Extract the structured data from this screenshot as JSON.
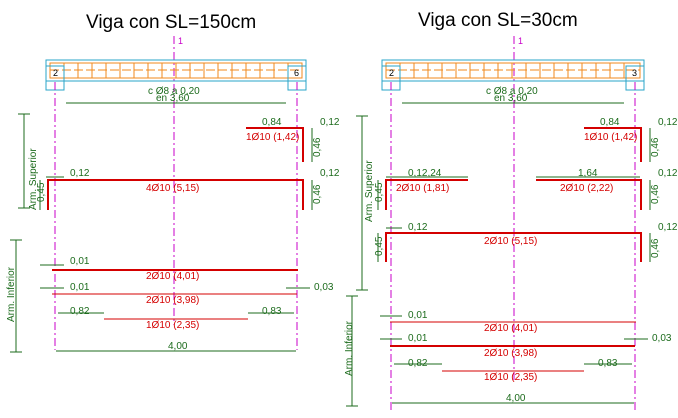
{
  "left": {
    "title": "Viga con SL=150cm",
    "axis_label": "1",
    "col_left": "2",
    "col_right": "6",
    "stirrups_label": "c Ø8 a 0,20",
    "stirrups_length": "en 3,60",
    "sup_label": "Arm. Superior",
    "inf_label": "Arm. Inferior",
    "top_offset": "0,84",
    "top_v": "0,12",
    "top_hook": "0,46",
    "top_bar": "1Ø10 (1,42)",
    "cont_left_v": "0,45",
    "cont_left_h": "0,12",
    "cont_right_v": "0,12",
    "cont_right_hook": "0,46",
    "cont_bar": "4Ø10 (5,15)",
    "inf1_dim": "0,01",
    "inf1_bar": "2Ø10 (4,01)",
    "inf2_dim_left": "0,01",
    "inf2_dim_right": "0,03",
    "inf2_bar": "2Ø10 (3,98)",
    "inf3_left": "0,82",
    "inf3_right": "0,83",
    "inf3_bar": "1Ø10 (2,35)",
    "span": "4,00"
  },
  "right": {
    "title": "Viga con SL=30cm",
    "axis_label": "1",
    "col_left": "2",
    "col_right": "3",
    "stirrups_label": "c Ø8 a 0,20",
    "stirrups_length": "en 3,60",
    "sup_label": "Arm. Superior",
    "inf_label": "Arm. Inferior",
    "top_offset": "0,84",
    "top_v": "0,12",
    "top_hook": "0,46",
    "top_bar": "1Ø10 (1,42)",
    "mid_left_dim": "0,12,24",
    "mid_left_v": "0,45",
    "mid_left_bar": "2Ø10 (1,81)",
    "mid_right_dim": "1,64",
    "mid_right_v": "0,12",
    "mid_right_hook": "0,46",
    "mid_right_bar": "2Ø10 (2,22)",
    "cont_left_v": "0,45",
    "cont_left_h": "0,12",
    "cont_right_v": "0,12",
    "cont_right_hook": "0,46",
    "cont_bar": "2Ø10 (5,15)",
    "inf1_dim": "0,01",
    "inf1_bar": "2Ø10 (4,01)",
    "inf2_dim_left": "0,01",
    "inf2_dim_right": "0,03",
    "inf2_bar": "2Ø10 (3,98)",
    "inf3_left": "0,82",
    "inf3_right": "0,83",
    "inf3_bar": "1Ø10 (2,35)",
    "span": "4,00"
  }
}
